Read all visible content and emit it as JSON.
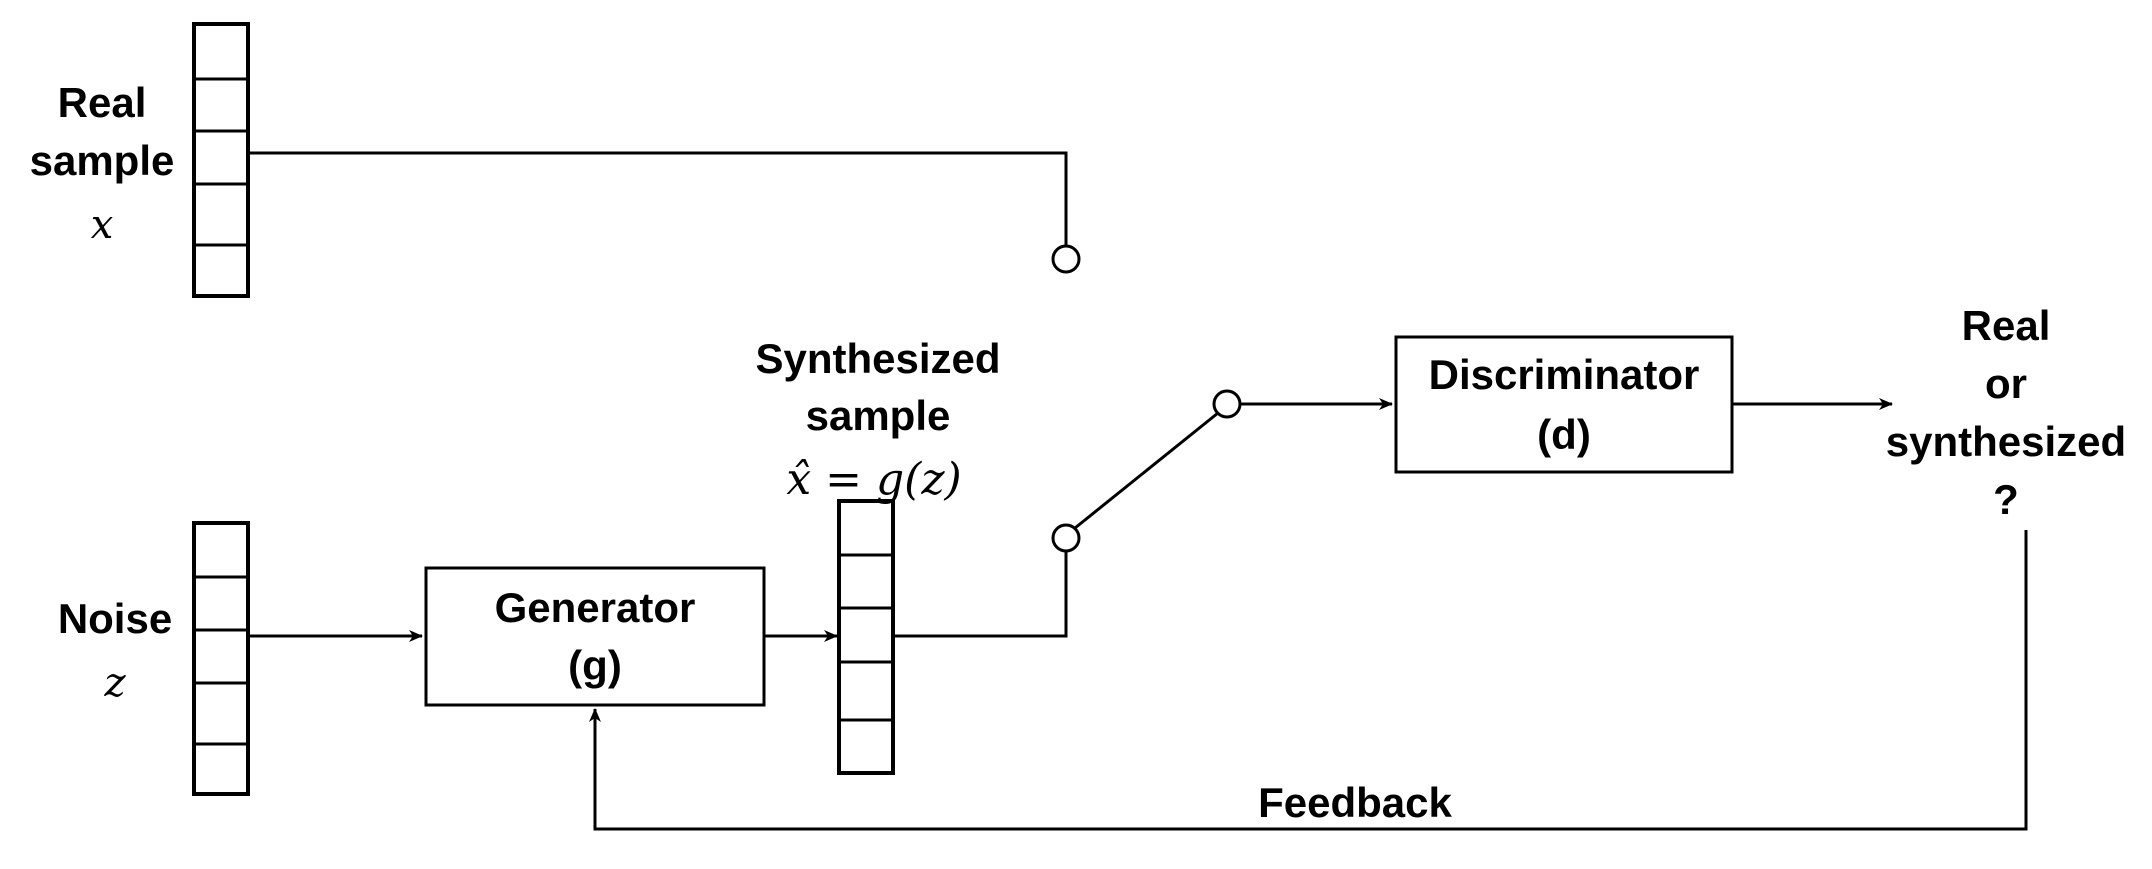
{
  "labels": {
    "real_sample_line1": "Real",
    "real_sample_line2": "sample",
    "real_sample_var": "x",
    "noise": "Noise",
    "noise_var": "z",
    "synth_line1": "Synthesized",
    "synth_line2": "sample",
    "synth_eq_hat": "x̂",
    "synth_eq_rest": " = g(z)",
    "generator_line1": "Generator",
    "generator_line2": "(g)",
    "discriminator_line1": "Discriminator",
    "discriminator_line2": "(d)",
    "output_line1": "Real",
    "output_line2": "or",
    "output_line3": "synthesized",
    "output_line4": "?",
    "feedback": "Feedback"
  }
}
